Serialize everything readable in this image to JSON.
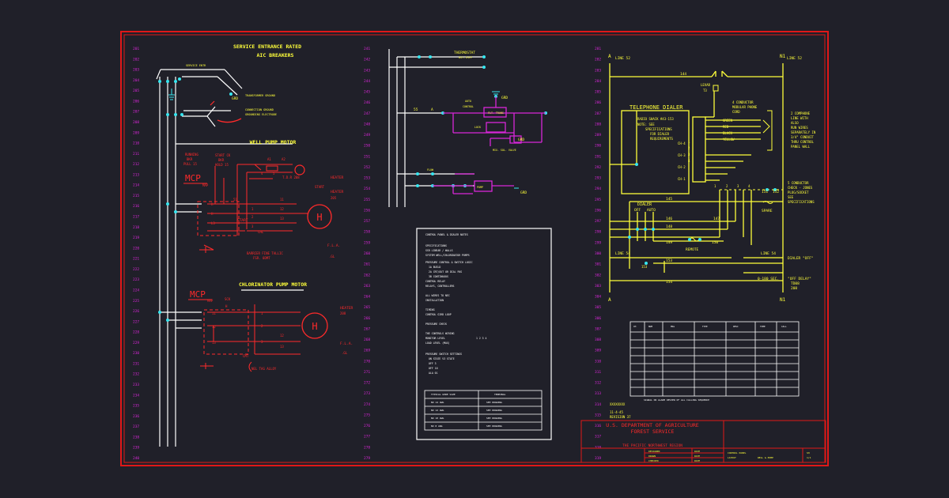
{
  "colors": {
    "background": "#202029",
    "border": "#e01818",
    "yellow": "#ffff3a",
    "red": "#ff2a2a",
    "magenta": "#d826d8",
    "white": "#ffffff",
    "cyan": "#36e6f0"
  },
  "left_panel": {
    "title_line1": "SERVICE ENTRANCE RATED",
    "title_line2": "AIC BREAKERS",
    "well_pump_title": "WELL PUMP MOTOR",
    "chlorinator_title": "CHLORINATOR PUMP MOTOR",
    "mcp_label_1": "MCP",
    "mcp_label_2": "MCP",
    "start_label": "START",
    "heater_label_1": "HEATER",
    "heater_label_2": "HEATER",
    "heater_label_3": "HEATER",
    "motor_label": "H",
    "fla_label_1": "F.L.A.",
    "fla_label_2": "F.L.A.",
    "note_1": "BARRIER FINE TALLIC",
    "note_2": "NEL TAG ALLOY",
    "grd_label": "GRD"
  },
  "mid_panel": {
    "thermostat_label": "THERMOSTAT",
    "grd_label_1": "GRD",
    "grd_label_2": "GRD",
    "grd_label_3": "GRD",
    "node_a": "A",
    "node_55": "55"
  },
  "right_panel": {
    "corner_a_top": "A",
    "corner_a_bottom": "A",
    "corner_n1_top": "N1",
    "corner_n1_bottom": "N1",
    "line_52_left": "LINE 52",
    "line_52_right": "LINE 52",
    "wire_144": "144",
    "telephone_dialer_title": "TELEPHONE DIALER",
    "dialer_model": "RADIO SHACK #43-153",
    "dialer_note_1": "NOTE: SEE",
    "dialer_note_2": "SPECIFICATIONS",
    "dialer_note_3": "FOR DIALER",
    "dialer_note_4": "REQUIREMENTS",
    "conductor_note_1": "4 CONDUCTOR",
    "conductor_note_2": "MODULAR PHONE",
    "conductor_note_3": "CORD",
    "wire_colors": [
      "GREEN",
      "RED",
      "BLACK",
      "YELLOW"
    ],
    "phone_note": [
      "2 COMPHONE",
      "LINE WITH",
      "ALSO",
      "RUN WIRES",
      "SEPARATELY IN",
      "3/4\" CONDUIT",
      "THRU CONTROL",
      "PANEL WALL"
    ],
    "channels": [
      "CH-4",
      "CH-3",
      "CH-2",
      "CH-1"
    ],
    "wire_145": "145",
    "wire_146": "146",
    "wire_147": "147",
    "wire_148": "148",
    "wire_149": "149",
    "wire_150": "150",
    "wire_151": "151",
    "wire_152": "152",
    "wire_153": "153",
    "wire_154": "154",
    "spare_label": "SPARE",
    "dialer_label": "DIALER",
    "off_label": "OFF",
    "auto_label": "AUTO",
    "remote_label": "REMOTE",
    "line_54_left": "LINE 54",
    "line_54_right": "LINE 54",
    "five_conductor": [
      "5 CONDUCTOR",
      "CHECK - JONES",
      "PLUG/SOCKET",
      "SEE",
      "SPECIFICATIONS"
    ],
    "dialer_off": "DIALER \"OFF\"",
    "off_delay_1": "\"OFF DELAY\"",
    "off_delay_2": "TD08",
    "off_delay_3": "208",
    "delay_range": "0-180 SEC."
  },
  "title_block": {
    "agency_line1": "U.S. DEPARTMENT OF AGRICULTURE",
    "agency_line2": "FOREST SERVICE",
    "region": "THE PACIFIC NORTHWEST REGION",
    "drawing_id": "11-4-45",
    "revision": "REVISION 37"
  },
  "ladder_numbers": {
    "left_start": 201,
    "left_end": 240,
    "mid_start": 241,
    "mid_end": 279,
    "right_start": 281,
    "right_end": 319
  }
}
